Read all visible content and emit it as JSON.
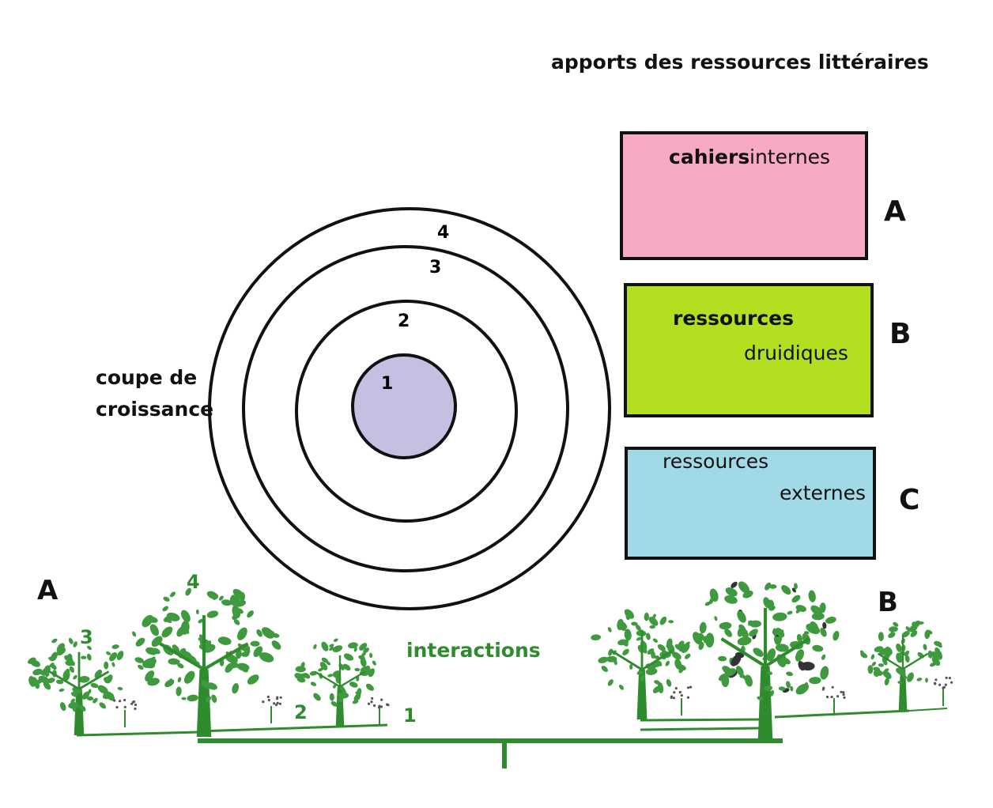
{
  "title": "apports des ressources littéraires",
  "growth_label": "coupe de\ncroissance",
  "rings": {
    "labels": [
      "1",
      "2",
      "3",
      "4"
    ],
    "core_color": "#c5c0e2"
  },
  "boxes": {
    "a": {
      "bold": "cahiers",
      "regular": "internes",
      "letter": "A",
      "color": "#f8a9c6"
    },
    "b": {
      "bold": "ressources",
      "regular": "druidiques",
      "letter": "B",
      "color": "#b2e021"
    },
    "c": {
      "line1": "ressources",
      "line2": "externes",
      "letter": "C",
      "color": "#a2d9e7"
    }
  },
  "forest": {
    "left_letter": "A",
    "right_letter": "B",
    "tree_labels": [
      "4",
      "3",
      "2",
      "1"
    ],
    "center_label": "interactions",
    "green": "#2e8b2e",
    "leaf_green": "#3f9a3f"
  }
}
